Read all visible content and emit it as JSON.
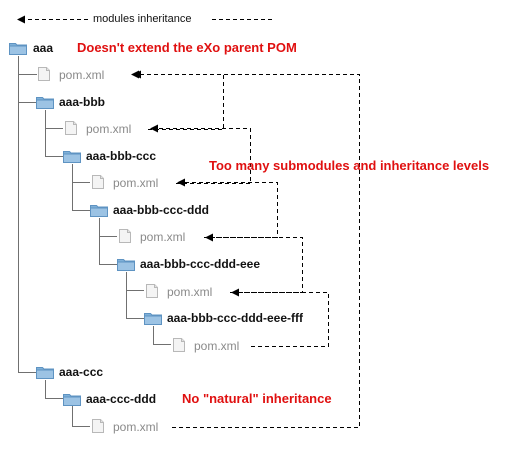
{
  "legend": {
    "label": "modules inheritance"
  },
  "tree": {
    "aaa": "aaa",
    "aaa_pom": "pom.xml",
    "aaa_bbb": "aaa-bbb",
    "aaa_bbb_pom": "pom.xml",
    "aaa_bbb_ccc": "aaa-bbb-ccc",
    "aaa_bbb_ccc_pom": "pom.xml",
    "aaa_bbb_ccc_ddd": "aaa-bbb-ccc-ddd",
    "aaa_bbb_ccc_ddd_pom": "pom.xml",
    "aaa_bbb_ccc_ddd_eee": "aaa-bbb-ccc-ddd-eee",
    "aaa_bbb_ccc_ddd_eee_pom": "pom.xml",
    "aaa_bbb_ccc_ddd_eee_fff": "aaa-bbb-ccc-ddd-eee-fff",
    "aaa_bbb_ccc_ddd_eee_fff_pom": "pom.xml",
    "aaa_ccc": "aaa-ccc",
    "aaa_ccc_ddd": "aaa-ccc-ddd",
    "aaa_ccc_ddd_pom": "pom.xml"
  },
  "notes": {
    "no_parent": "Doesn't extend the eXo parent POM",
    "too_many": "Too many submodules and inheritance levels",
    "no_natural": "No \"natural\" inheritance"
  },
  "colors": {
    "note": "#e01010",
    "folder": "#7fb0d8",
    "folder_dark": "#5e93c2",
    "file_border": "#b8b8b8",
    "tree_line": "#707070",
    "arrow": "#000000"
  }
}
